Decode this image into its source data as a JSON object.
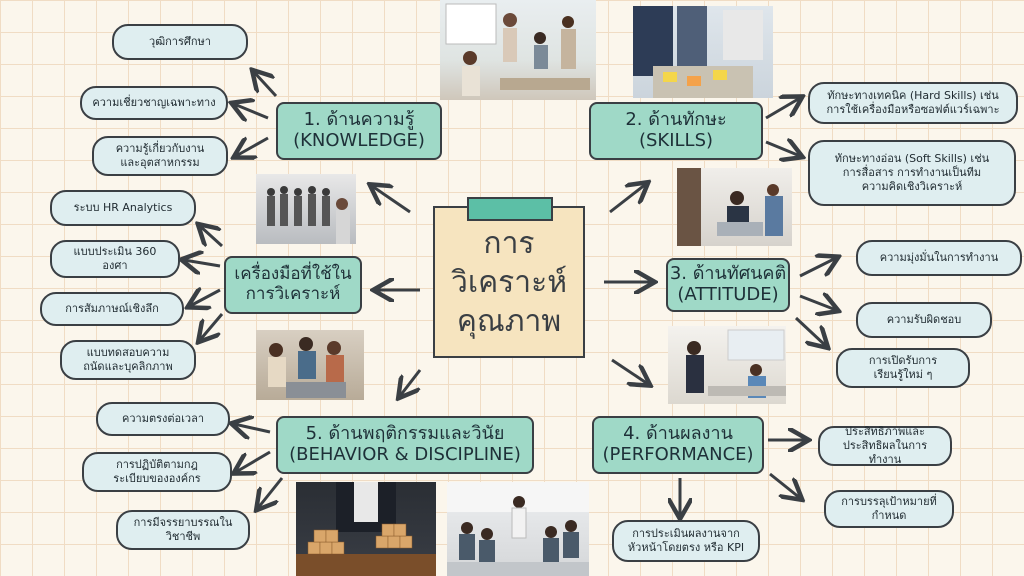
{
  "center": {
    "title": "การ\nวิเคราะห์\nคุณภาพ"
  },
  "topics": {
    "knowledge": "1. ด้านความรู้\n(KNOWLEDGE)",
    "skills": "2. ด้านทักษะ\n(SKILLS)",
    "attitude": "3. ด้านทัศนคติ\n(ATTITUDE)",
    "performance": "4. ด้านผลงาน\n(PERFORMANCE)",
    "behavior": "5. ด้านพฤติกรรมและวินัย\n(BEHAVIOR & DISCIPLINE)",
    "tools": "เครื่องมือที่ใช้ใน\nการวิเคราะห์"
  },
  "knowledge_items": [
    "วุฒิการศึกษา",
    "ความเชี่ยวชาญเฉพาะทาง",
    "ความรู้เกี่ยวกับงาน\nและอุตสาหกรรม"
  ],
  "skills_items": [
    "ทักษะทางเทคนิค (Hard Skills) เช่น\nการใช้เครื่องมือหรือซอฟต์แวร์เฉพาะ",
    "ทักษะทางอ่อน (Soft Skills) เช่น\nการสื่อสาร การทำงานเป็นทีม\nความคิดเชิงวิเคราะห์"
  ],
  "attitude_items": [
    "ความมุ่งมั่นในการทำงาน",
    "ความรับผิดชอบ",
    "การเปิดรับการ\nเรียนรู้ใหม่ ๆ"
  ],
  "performance_items": [
    "ประสิทธิภาพและ\nประสิทธิผลในการทำงาน",
    "การบรรลุเป้าหมายที่\nกำหนด",
    "การประเมินผลงานจาก\nหัวหน้าโดยตรง หรือ KPI"
  ],
  "behavior_items": [
    "ความตรงต่อเวลา",
    "การปฏิบัติตามกฎ\nระเบียบขององค์กร",
    "การมีจรรยาบรรณใน\nวิชาชีพ"
  ],
  "tools_items": [
    "ระบบ HR Analytics",
    "แบบประเมิน 360\nองศา",
    "การสัมภาษณ์เชิงลึก",
    "แบบทดสอบความ\nถนัดและบุคลิกภาพ"
  ],
  "colors": {
    "topic_fill": "#9fd9c7",
    "pill_fill": "#dfeef0",
    "center_fill": "#f6e4bf",
    "clip": "#5cbfa6",
    "stroke": "#3a3f44"
  }
}
